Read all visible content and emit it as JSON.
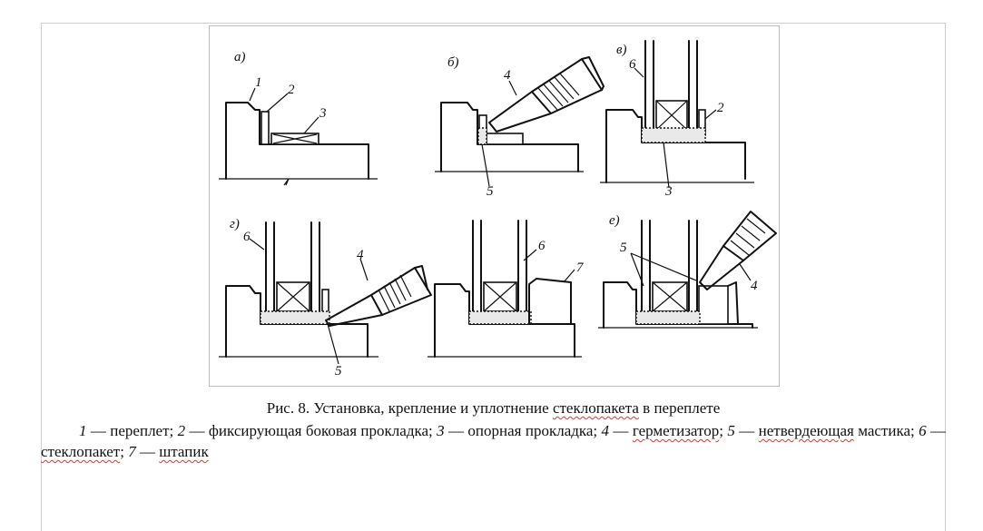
{
  "figure": {
    "panels": [
      {
        "id": "a",
        "letter": "а)",
        "callouts": [
          "1",
          "2",
          "3"
        ]
      },
      {
        "id": "b",
        "letter": "б)",
        "callouts": [
          "4",
          "5"
        ]
      },
      {
        "id": "v",
        "letter": "в)",
        "callouts": [
          "6",
          "2",
          "3"
        ]
      },
      {
        "id": "g",
        "letter": "г)",
        "callouts": [
          "6",
          "4",
          "5"
        ]
      },
      {
        "id": "d",
        "letter": "",
        "callouts": [
          "6",
          "7"
        ]
      },
      {
        "id": "e",
        "letter": "е)",
        "callouts": [
          "5",
          "4"
        ]
      }
    ]
  },
  "caption": {
    "prefix": "Рис. 8. Установка, крепление и уплотнение ",
    "underlined": "стеклопакета",
    "suffix": " в переплете"
  },
  "legend": {
    "items": [
      {
        "num": "1",
        "text": " — переплет; "
      },
      {
        "num": "2",
        "text": " — фиксирующая боковая прокладка; "
      },
      {
        "num": "3",
        "text": " — опорная прокладка; "
      },
      {
        "num": "4",
        "text": " — ",
        "underlined": "герметизатор",
        "tail": "; "
      },
      {
        "num": "5",
        "text": " — ",
        "underlined": "нетвердеющая",
        "tail": " мастика; "
      },
      {
        "num": "6",
        "text": " — ",
        "underlined": "стеклопакет",
        "tail": "; "
      },
      {
        "num": "7",
        "text": " — ",
        "underlined": "штапик",
        "tail": ""
      }
    ]
  }
}
